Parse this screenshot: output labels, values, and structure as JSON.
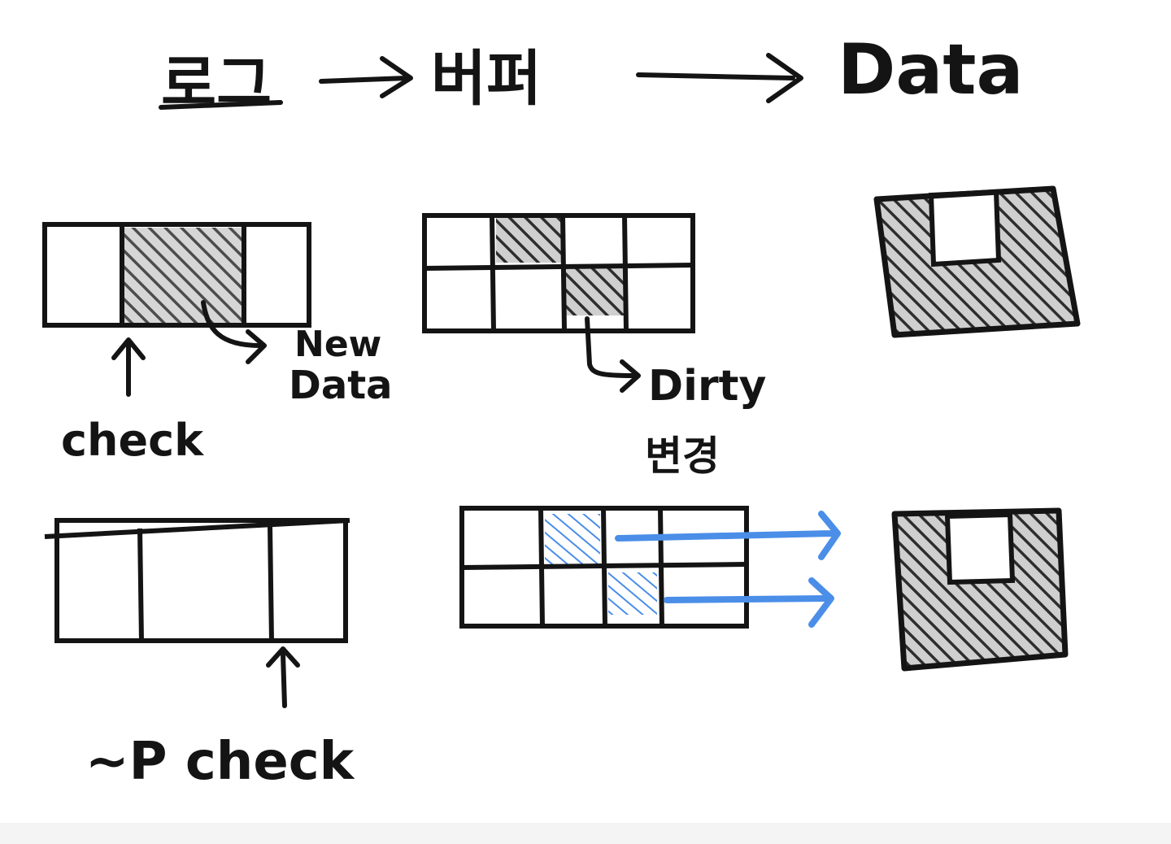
{
  "header": {
    "steps": [
      "로그",
      "버퍼",
      "Data"
    ]
  },
  "labels": {
    "check": "check",
    "new_data_line1": "New",
    "new_data_line2": "Data",
    "dirty_line1": "Dirty",
    "dirty_line2": "변경",
    "no_check": "~P check"
  },
  "colors": {
    "ink": "#141414",
    "hatch": "#3a3a3a",
    "flush_arrow": "#4a8ee8"
  }
}
